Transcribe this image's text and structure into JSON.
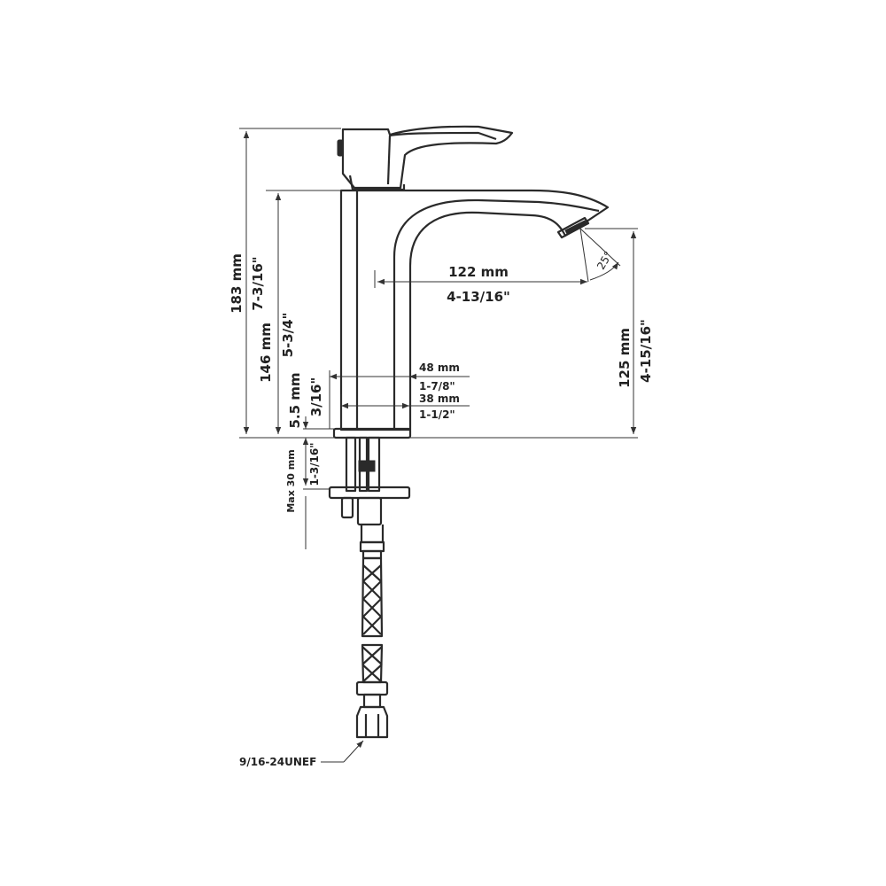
{
  "dimensions": {
    "overall_height": {
      "metric": "183 mm",
      "imperial": "7-3/16\""
    },
    "body_height": {
      "metric": "146 mm",
      "imperial": "5-3/4\""
    },
    "spout_reach": {
      "metric": "122 mm",
      "imperial": "4-13/16\""
    },
    "spout_height": {
      "metric": "125 mm",
      "imperial": "4-15/16\""
    },
    "base_diameter": {
      "metric": "48 mm",
      "imperial": "1-7/8\""
    },
    "body_diameter": {
      "metric": "38 mm",
      "imperial": "1-1/2\""
    },
    "base_thickness": {
      "metric": "5.5 mm",
      "imperial": "3/16\""
    },
    "max_deck": {
      "metric": "Max 30 mm",
      "imperial": "1-3/16\""
    },
    "spout_angle": "25°",
    "hose_thread": "9/16-24UNEF"
  },
  "colors": {
    "line": "#2a2a2a",
    "background": "#ffffff"
  }
}
